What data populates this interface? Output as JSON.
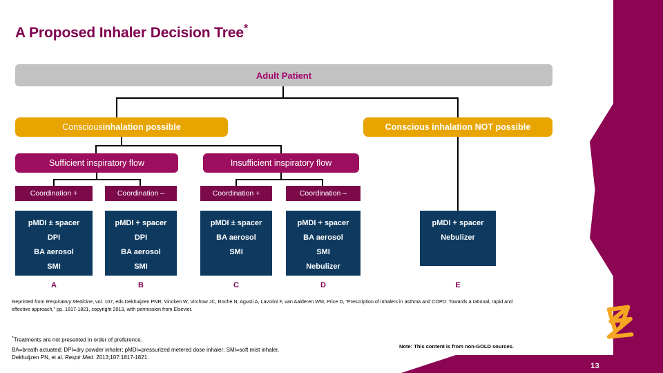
{
  "slide": {
    "title": "A Proposed Inhaler Decision Tree",
    "title_marker": "*",
    "page_number": "13",
    "brand_logo": "astrazeneca-logo",
    "colors": {
      "brand_maroon": "#8c0552",
      "title_maroon": "#80004e",
      "root_gray": "#c2c2c2",
      "amber": "#e8a400",
      "magenta": "#9c0f5f",
      "coordination_maroon": "#7c0a4a",
      "navy": "#0e3a60",
      "logo_gold": "#f5a623"
    }
  },
  "tree": {
    "root": {
      "label": "Adult Patient"
    },
    "level_conscious": [
      {
        "label_thin": "Conscious ",
        "label_bold": "inhalation possible"
      },
      {
        "label": "Conscious inhalation NOT possible"
      }
    ],
    "level_flow": [
      {
        "label": "Sufficient inspiratory flow"
      },
      {
        "label": "Insufficient inspiratory flow"
      }
    ],
    "level_coordination": [
      {
        "label": "Coordination +"
      },
      {
        "label": "Coordination –"
      },
      {
        "label": "Coordination +"
      },
      {
        "label": "Coordination –"
      }
    ],
    "outcomes": [
      {
        "letter": "A",
        "devices": [
          "pMDI ± spacer",
          "DPI",
          "BA aerosol",
          "SMI"
        ]
      },
      {
        "letter": "B",
        "devices": [
          "pMDI + spacer",
          "DPI",
          "BA aerosol",
          "SMI"
        ]
      },
      {
        "letter": "C",
        "devices": [
          "pMDI ± spacer",
          "BA aerosol",
          "SMI"
        ]
      },
      {
        "letter": "D",
        "devices": [
          "pMDI + spacer",
          "BA aerosol",
          "SMI",
          "Nebulizer"
        ]
      },
      {
        "letter": "E",
        "devices": [
          "pMDI + spacer",
          "Nebulizer"
        ]
      }
    ]
  },
  "footnotes": {
    "reference_part1": "Reprinted from ",
    "reference_italic": "Respiratory Medicine",
    "reference_part2": ", vol. 107, eds Dekhuijzen PNR, Vincken W, Virchow JC, Roche N, Agusti A, Lavorini F, van Aalderen WM, Price D, “Prescription of inhalers in asthma and COPD: Towards a rational, rapid and effective approach,” pp. 1817-1821, copyright 2013, with permission from Elsevier.",
    "treatment_note_marker": "*",
    "treatment_note": "Treatments are not presented in order of preference.",
    "abbreviations": "BA=breath actuated; DPI=dry powder inhaler; pMDI=pressurized metered dose inhaler; SMI=soft mist inhaler.",
    "citation_part1": "Dekhuijzen PN, et al. ",
    "citation_italic": "Respir Med",
    "citation_part2": ". 2013;107:1817-1821.",
    "gold_note": "Note: This content is from non-GOLD sources."
  }
}
